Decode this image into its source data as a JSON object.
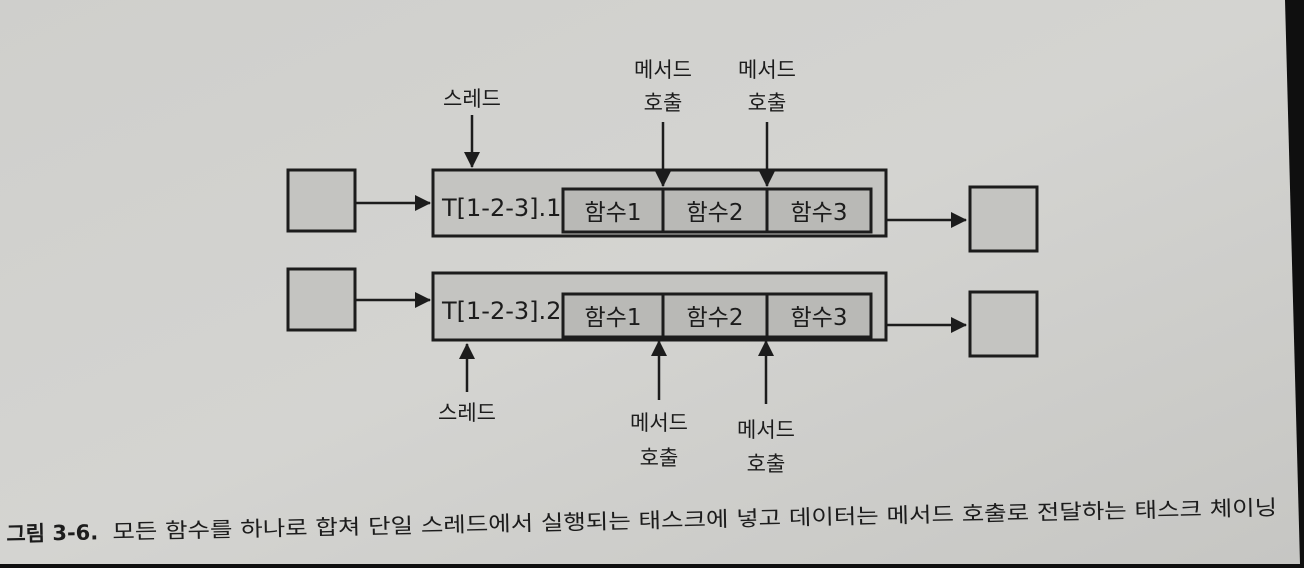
{
  "diagram": {
    "rows": [
      {
        "task_label": "T[1-2-3].1",
        "functions": [
          "함수1",
          "함수2",
          "함수3"
        ],
        "thread_label": "스레드",
        "method_call_labels": [
          {
            "line1": "메서드",
            "line2": "호출"
          },
          {
            "line1": "메서드",
            "line2": "호출"
          }
        ]
      },
      {
        "task_label": "T[1-2-3].2",
        "functions": [
          "함수1",
          "함수2",
          "함수3"
        ],
        "thread_label": "스레드",
        "method_call_labels": [
          {
            "line1": "메서드",
            "line2": "호출"
          },
          {
            "line1": "메서드",
            "line2": "호출"
          }
        ]
      }
    ]
  },
  "caption": {
    "number": "그림 3-6.",
    "text": "모든 함수를 하나로 합쳐 단일 스레드에서 실행되는 태스크에 넣고 데이터는 메서드 호출로 전달하는 태스크 체이닝"
  },
  "colors": {
    "paper": "#d2d2cf",
    "box_fill": "#c4c4c1",
    "inner_fill": "#b9b9b6",
    "stroke": "#1c1c1c"
  }
}
